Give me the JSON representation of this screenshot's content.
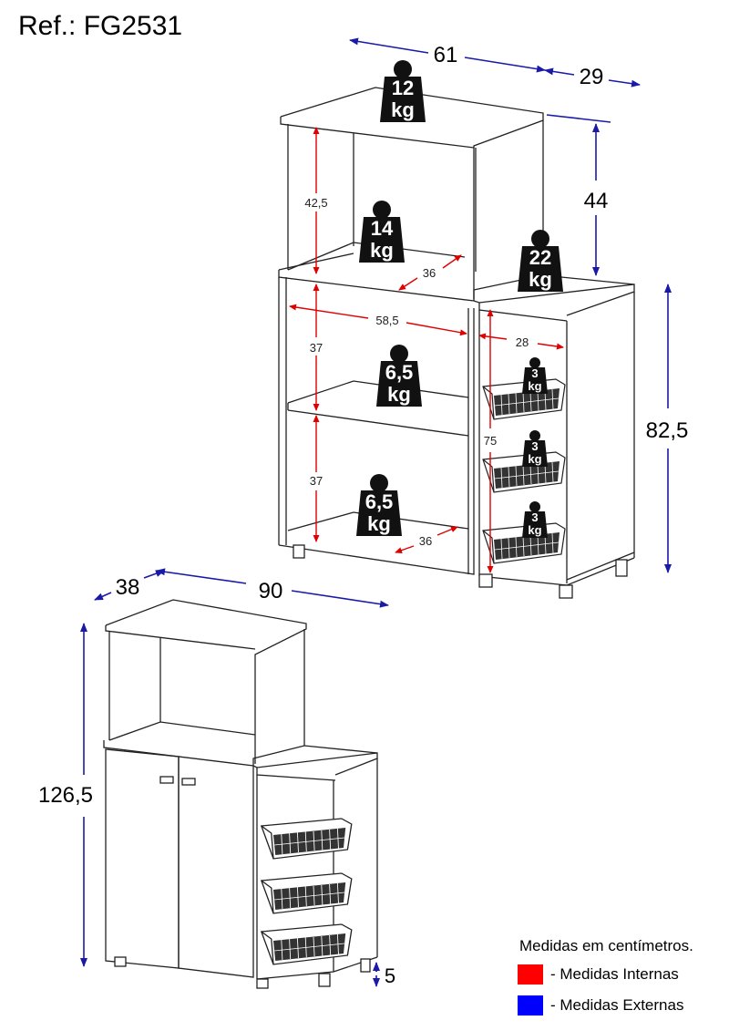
{
  "reference": "Ref.: FG2531",
  "legend": {
    "title": "Medidas em centímetros.",
    "internal_label": "- Medidas Internas",
    "external_label": "- Medidas Externas",
    "internal_color": "#ff0000",
    "external_color": "#0000ff"
  },
  "colors": {
    "internal": "#e00000",
    "external": "#1a1aa8",
    "line": "#222222",
    "weight_badge": "#111111"
  },
  "external_measures": {
    "top_width": "61",
    "top_depth": "29",
    "top_height": "44",
    "lower_height": "82,5",
    "total_depth": "38",
    "total_width": "90",
    "total_height": "126,5",
    "foot_height": "5"
  },
  "internal_measures": {
    "niche_height": "42,5",
    "niche_depth": "36",
    "shelf_width": "58,5",
    "shelf_height_1": "37",
    "shelf_height_2": "37",
    "bottom_depth": "36",
    "basket_width": "28",
    "basket_height": "75"
  },
  "weights": {
    "top": {
      "value": "12",
      "unit": "kg"
    },
    "niche": {
      "value": "14",
      "unit": "kg"
    },
    "side_top": {
      "value": "22",
      "unit": "kg"
    },
    "shelf_1": {
      "value": "6,5",
      "unit": "kg"
    },
    "shelf_2": {
      "value": "6,5",
      "unit": "kg"
    },
    "basket_1": {
      "value": "3",
      "unit": "kg"
    },
    "basket_2": {
      "value": "3",
      "unit": "kg"
    },
    "basket_3": {
      "value": "3",
      "unit": "kg"
    }
  }
}
